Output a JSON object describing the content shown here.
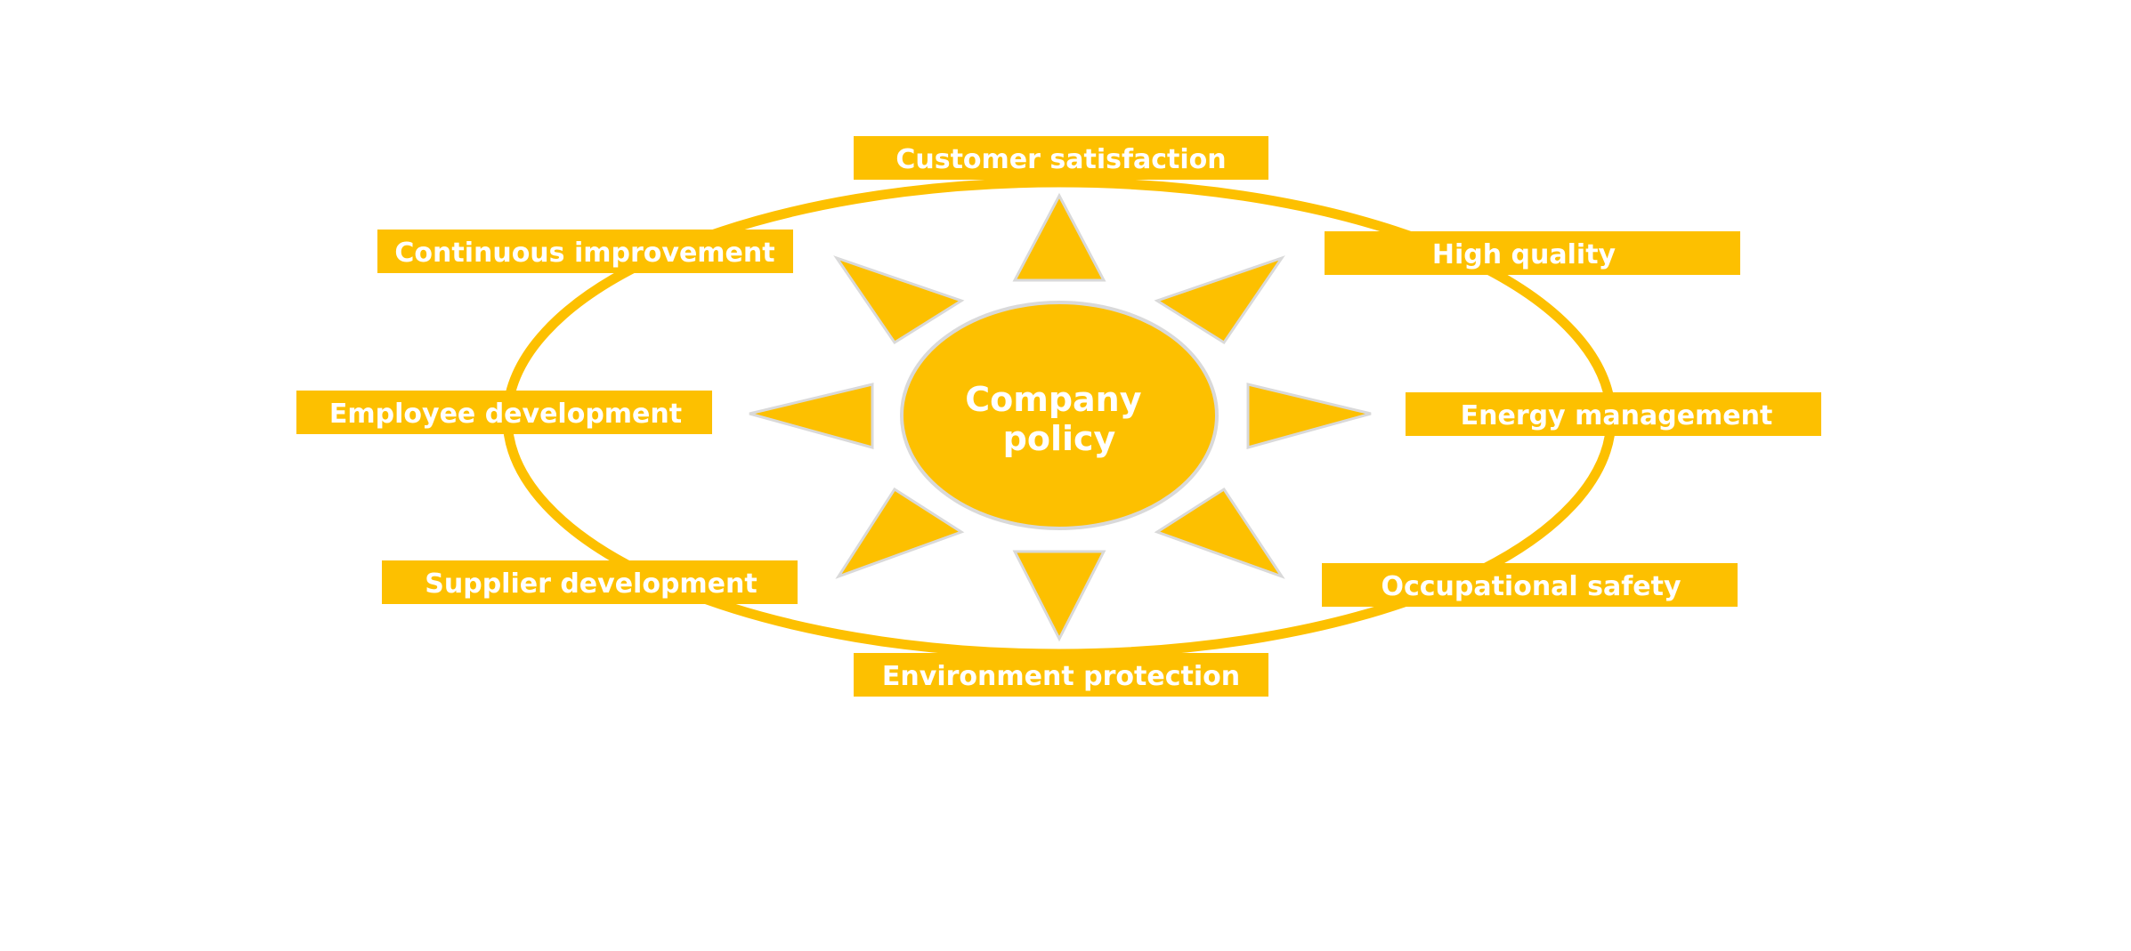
{
  "diagram": {
    "center_label_lines": [
      "Company",
      "policy"
    ],
    "labels": {
      "top": "Customer satisfaction",
      "top_left": "Continuous improvement",
      "top_right": "High quality",
      "left": "Employee development",
      "right": "Energy management",
      "bottom_left": "Supplier development",
      "bottom_right": "Occupational safety",
      "bottom": "Environment protection"
    },
    "colors": {
      "accent": "#FDC000",
      "label_text": "#FFFFFF",
      "ray_outline": "#D9D9D9",
      "background": "#FFFFFF"
    }
  }
}
